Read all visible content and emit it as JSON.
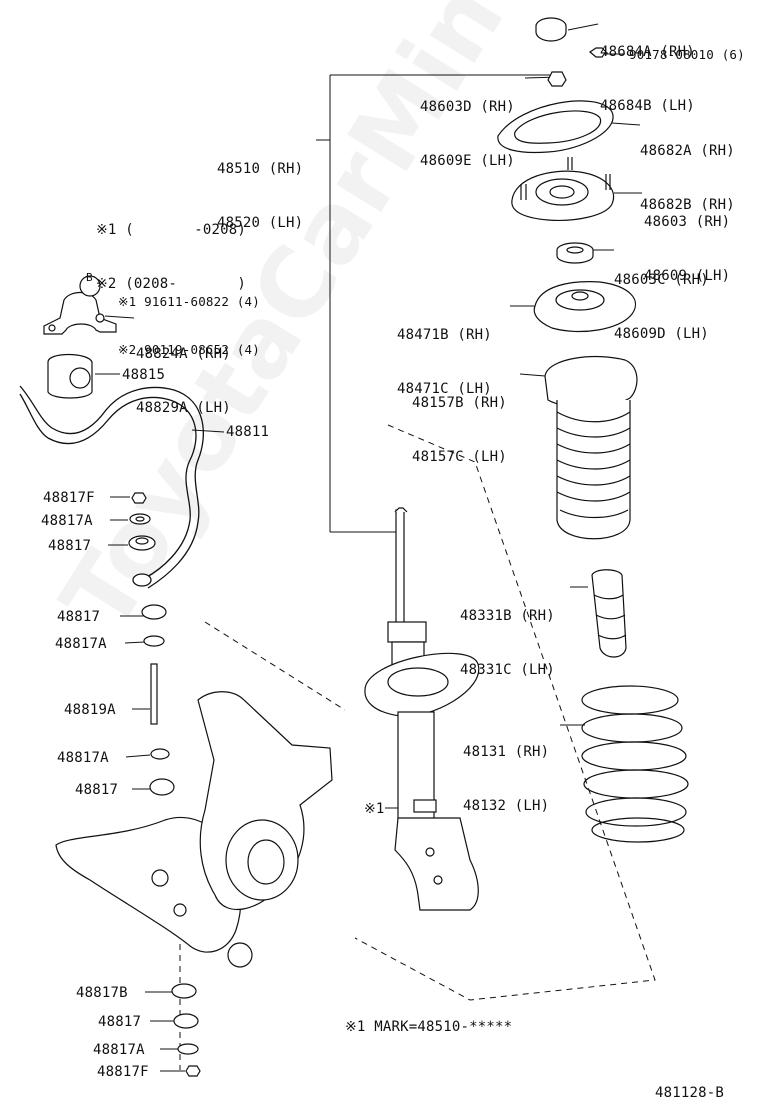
{
  "watermark": "ToyotaCarMine.ru",
  "diagram_code": "481128-B",
  "mark_note": "※1 MARK=48510-*****",
  "marker_small": "※1",
  "legend": {
    "line1": "※1 (       -0208)",
    "line2": "※2 (0208-       )"
  },
  "bolt_b": {
    "letter": "B",
    "line1": "※1 91611-60822 (4)",
    "line2": "※2 90119-08C52 (4)"
  },
  "parts": {
    "p48684": [
      "48684A (RH)",
      "48684B (LH)"
    ],
    "p90178": "90178-08010 (6)",
    "p48603D": [
      "48603D (RH)",
      "48609E (LH)"
    ],
    "p48682": [
      "48682A (RH)",
      "48682B (RH)"
    ],
    "p48510": [
      "48510 (RH)",
      "48520 (LH)"
    ],
    "p48603": [
      "48603 (RH)",
      "48609 (LH)"
    ],
    "p48603C": [
      "48603C (RH)",
      "48609D (LH)"
    ],
    "p48471": [
      "48471B (RH)",
      "48471C (LH)"
    ],
    "p48157": [
      "48157B (RH)",
      "48157C (LH)"
    ],
    "p48331": [
      "48331B (RH)",
      "48331C (LH)"
    ],
    "p48131": [
      "48131 (RH)",
      "48132 (LH)"
    ],
    "p48824": [
      "48824A (RH)",
      "48829A (LH)"
    ],
    "p48815": "48815",
    "p48811": "48811",
    "p48817F_top": "48817F",
    "p48817A_top": "48817A",
    "p48817_top": "48817",
    "p48817_mid1": "48817",
    "p48817A_mid1": "48817A",
    "p48819A": "48819A",
    "p48817A_mid2": "48817A",
    "p48817_mid2": "48817",
    "p48817B": "48817B",
    "p48817_bot": "48817",
    "p48817A_bot": "48817A",
    "p48817F_bot": "48817F"
  }
}
